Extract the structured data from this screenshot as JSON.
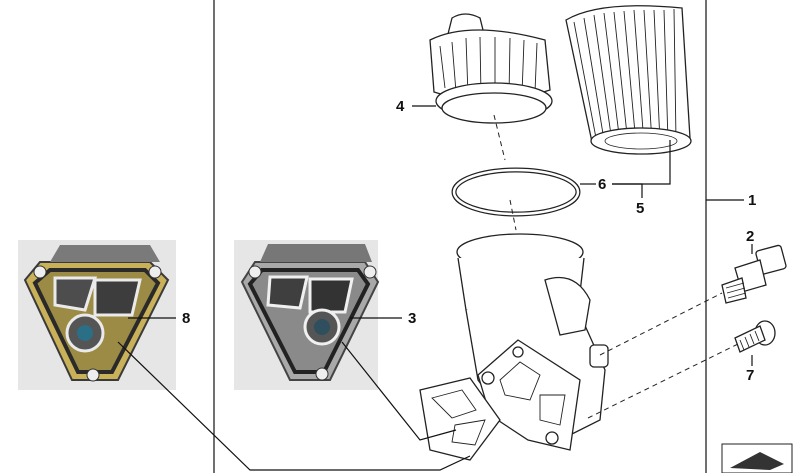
{
  "callouts": [
    {
      "id": "1",
      "label": "1"
    },
    {
      "id": "2",
      "label": "2"
    },
    {
      "id": "3",
      "label": "3"
    },
    {
      "id": "4",
      "label": "4"
    },
    {
      "id": "5",
      "label": "5"
    },
    {
      "id": "6",
      "label": "6"
    },
    {
      "id": "7",
      "label": "7"
    },
    {
      "id": "8",
      "label": "8"
    }
  ],
  "parts": {
    "cap": "oil-filter-cap",
    "element": "oil-filter-element",
    "ring": "o-ring",
    "housing": "oil-filter-housing",
    "gasket": "housing-gasket",
    "sensor": "oil-sensor",
    "bolt": "mounting-bolt",
    "photo_left": "gasket-photo-8",
    "photo_right": "gasket-photo-3"
  },
  "colors": {
    "photo_left_tint": "#c9b15a",
    "photo_bg": "#e6e6e6",
    "line": "#111111"
  }
}
